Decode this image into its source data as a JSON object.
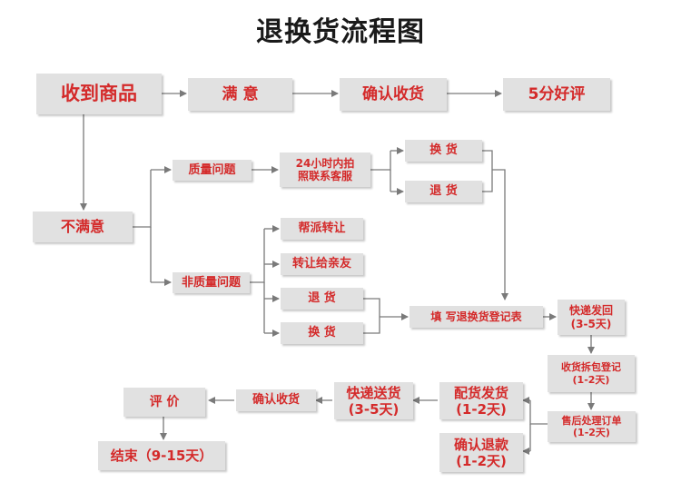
{
  "title": "退换货流程图",
  "nodes": {
    "receive": "收到商品",
    "satisfied": "满 意",
    "confirm_receipt_top": "确认收货",
    "five_star": "5分好评",
    "unsatisfied": "不满意",
    "quality_issue": "质量问题",
    "photo_24h": "24小时内拍\n照联系客服",
    "exchange_a": "换 货",
    "return_a": "退 货",
    "non_quality_issue": "非质量问题",
    "help_transfer": "帮派转让",
    "transfer_friends": "转让给亲友",
    "return_b": "退 货",
    "exchange_b": "换 货",
    "fill_form": "填 写退换货登记表",
    "express_return": "快递发回\n(3-5天)",
    "receive_register": "收货拆包登记\n(1-2天)",
    "after_sales": "售后处理订单\n(1-2天)",
    "prepare_ship": "配货发货\n(1-2天)",
    "confirm_refund": "确认退款\n(1-2天)",
    "express_deliver": "快递送货\n(3-5天)",
    "confirm_receipt_bottom": "确认收货",
    "review": "评 价",
    "end": "结束（9-15天）"
  },
  "colors": {
    "text": "#d42a2a",
    "box": "#e1e1e1",
    "line": "#7a7a7a"
  }
}
